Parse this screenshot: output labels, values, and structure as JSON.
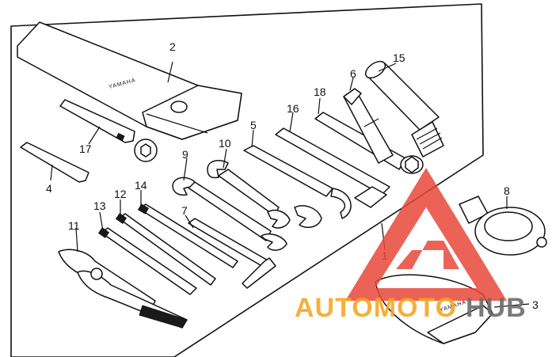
{
  "diagram": {
    "callouts": [
      {
        "id": "1",
        "label": "1"
      },
      {
        "id": "2",
        "label": "2"
      },
      {
        "id": "3",
        "label": "3"
      },
      {
        "id": "4",
        "label": "4"
      },
      {
        "id": "5",
        "label": "5"
      },
      {
        "id": "6",
        "label": "6"
      },
      {
        "id": "7",
        "label": "7"
      },
      {
        "id": "8",
        "label": "8"
      },
      {
        "id": "9",
        "label": "9"
      },
      {
        "id": "10",
        "label": "10"
      },
      {
        "id": "11",
        "label": "11"
      },
      {
        "id": "12",
        "label": "12"
      },
      {
        "id": "13",
        "label": "13"
      },
      {
        "id": "14",
        "label": "14"
      },
      {
        "id": "15",
        "label": "15"
      },
      {
        "id": "16",
        "label": "16"
      },
      {
        "id": "17",
        "label": "17"
      },
      {
        "id": "18",
        "label": "18"
      }
    ],
    "bag_print_top": "YAMAHA",
    "bag_print_bottom": "YAMAHA"
  },
  "watermark": {
    "text_orange": "AUTOMOTO",
    "text_gray": "HUB",
    "color_red": "#e8483a",
    "color_orange": "#f5a623",
    "color_gray": "#6b6b6b"
  }
}
